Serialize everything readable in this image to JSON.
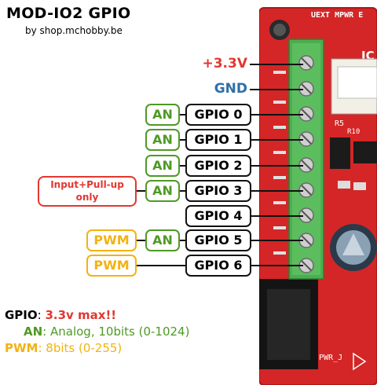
{
  "header": {
    "title": "MOD-IO2 GPIO",
    "subtitle": "by shop.mchobby.be"
  },
  "power": [
    {
      "label": "+3.3V",
      "color": "#e3372f"
    },
    {
      "label": "GND",
      "color": "#2f6fa8"
    }
  ],
  "pins": [
    {
      "gpio": "GPIO 0",
      "an": "AN"
    },
    {
      "gpio": "GPIO 1",
      "an": "AN"
    },
    {
      "gpio": "GPIO 2",
      "an": "AN"
    },
    {
      "gpio": "GPIO 3",
      "an": "AN",
      "note": "Input+Pull-up only"
    },
    {
      "gpio": "GPIO 4"
    },
    {
      "gpio": "GPIO 5",
      "an": "AN",
      "pwm": "PWM"
    },
    {
      "gpio": "GPIO 6",
      "pwm": "PWM"
    }
  ],
  "board": {
    "silk_top": "UEXT MPWR E",
    "silk_ic": "IC",
    "silk_r5": "R5",
    "silk_r10": "R10",
    "silk_pwr": "PWR_J"
  },
  "legend": [
    {
      "key": "GPIO",
      "key_color": "#000000",
      "sep": ": ",
      "value": "3.3v max!!",
      "value_color": "#e3372f"
    },
    {
      "key": "AN",
      "key_color": "#4f9a25",
      "sep": ": ",
      "value": "Analog, 10bits (0-1024)",
      "value_color": "#4f9a25"
    },
    {
      "key": "PWM",
      "key_color": "#f3b211",
      "sep": ": ",
      "value": "8bits (0-255)",
      "value_color": "#f3b211"
    }
  ],
  "colors": {
    "gpio": "#111111",
    "an": "#4f9a25",
    "pwm": "#f3b211",
    "warning": "#e3372f",
    "gnd": "#2f6fa8",
    "pcb": "#d42626",
    "terminal": "#4cae4f"
  }
}
